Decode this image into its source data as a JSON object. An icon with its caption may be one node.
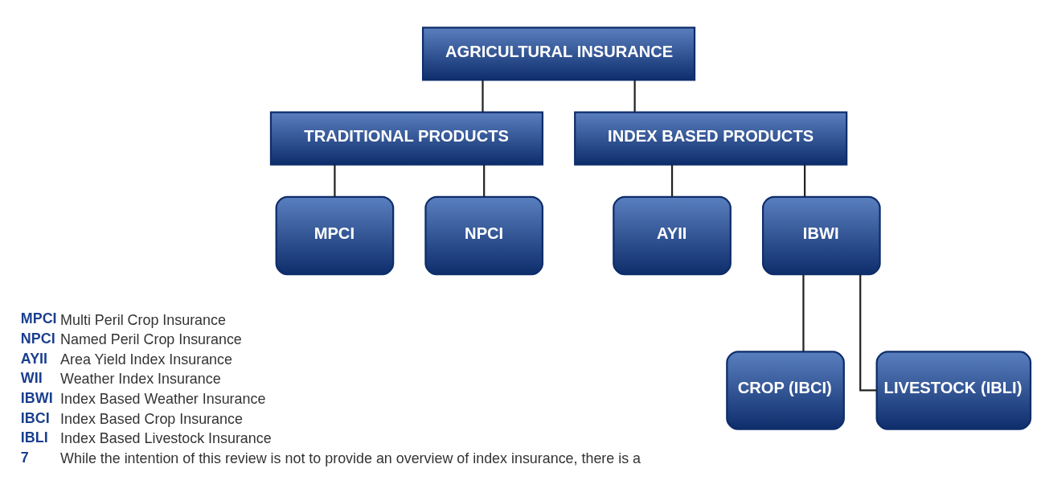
{
  "diagram": {
    "nodes": [
      {
        "text": [
          "AGRICULTURAL INSURANCE"
        ]
      },
      {
        "text": [
          "TRADITIONAL PRODUCTS"
        ]
      },
      {
        "text": [
          "INDEX BASED PRODUCTS"
        ]
      },
      {
        "text": [
          "MPCI"
        ]
      },
      {
        "text": [
          "NPCI"
        ]
      },
      {
        "text": [
          "AYII"
        ]
      },
      {
        "text": [
          "IBWI"
        ]
      },
      {
        "text": [
          "CROP (IBCI)"
        ]
      },
      {
        "text": [
          "LIVESTOCK (IBLI)"
        ]
      }
    ],
    "edges": [
      {
        "from": 0,
        "to": 1,
        "arrow": "none"
      },
      {
        "from": 0,
        "to": 2,
        "arrow": "none"
      },
      {
        "from": 1,
        "to": 3,
        "arrow": "none"
      },
      {
        "from": 1,
        "to": 4,
        "arrow": "none"
      },
      {
        "from": 2,
        "to": 5,
        "arrow": "none"
      },
      {
        "from": 2,
        "to": 6,
        "arrow": "none"
      },
      {
        "from": 6,
        "to": 7,
        "arrow": "none"
      },
      {
        "from": 6,
        "to": 8,
        "arrow": "none"
      }
    ],
    "labels": [
      "MPCI",
      "Multi Peril Crop Insurance",
      "NPCI",
      "Named Peril Crop Insurance",
      "AYII",
      "Area Yield Index Insurance",
      "WII",
      "Weather Index Insurance",
      "IBWI",
      "Index Based Weather Insurance",
      "IBCI",
      "Index Based Crop Insurance",
      "IBLI",
      "Index Based Livestock Insurance",
      "7",
      "While the intention of this review is not to provide an overview of index insurance, there is a"
    ]
  }
}
